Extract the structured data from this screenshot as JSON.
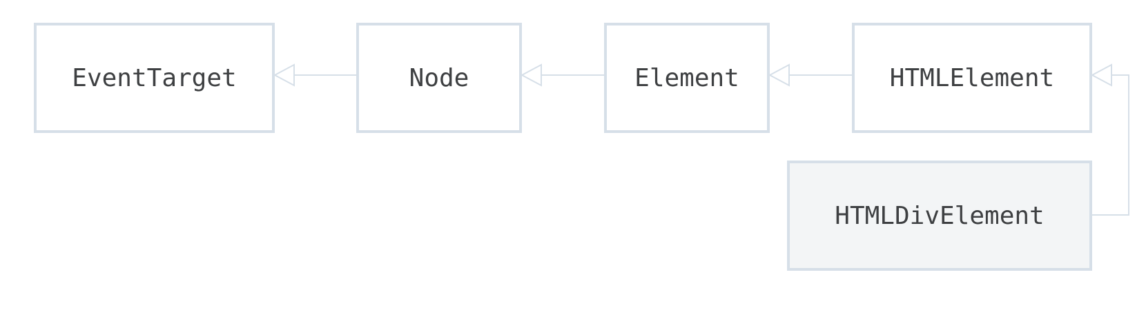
{
  "diagram": {
    "type": "inheritance-chain",
    "line_color": "#d6dfe8",
    "box_border_color": "#d6dfe8",
    "current_box_fill": "#f3f5f6",
    "text_color": "#3e4042",
    "nodes": [
      {
        "id": "eventtarget",
        "label": "EventTarget"
      },
      {
        "id": "node",
        "label": "Node"
      },
      {
        "id": "element",
        "label": "Element"
      },
      {
        "id": "htmlelement",
        "label": "HTMLElement"
      },
      {
        "id": "htmldivelement",
        "label": "HTMLDivElement",
        "current": true
      }
    ],
    "edges": [
      {
        "from": "node",
        "to": "eventtarget"
      },
      {
        "from": "element",
        "to": "node"
      },
      {
        "from": "htmlelement",
        "to": "element"
      },
      {
        "from": "htmldivelement",
        "to": "htmlelement"
      }
    ]
  }
}
